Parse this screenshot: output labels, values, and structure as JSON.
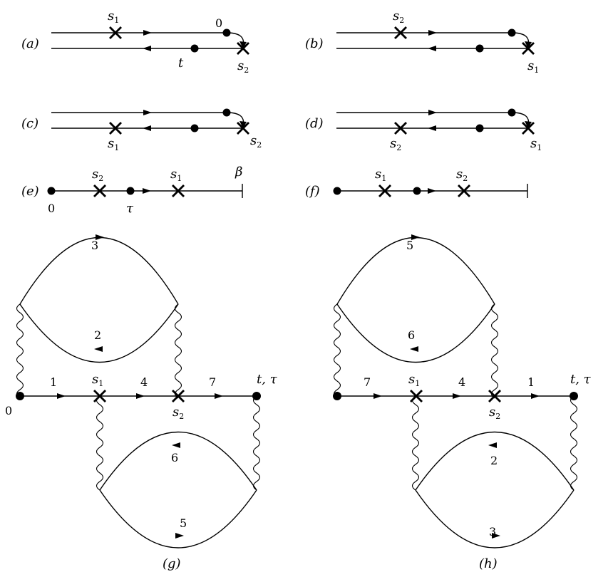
{
  "panels": {
    "a": {
      "label": "(a)",
      "v_top": "0",
      "v_bot": "t",
      "s_top": "s",
      "s_top_sub": "1",
      "s_turn": "s",
      "s_turn_sub": "2"
    },
    "b": {
      "label": "(b)",
      "s_top": "s",
      "s_top_sub": "2",
      "s_turn": "s",
      "s_turn_sub": "1"
    },
    "c": {
      "label": "(c)",
      "s_bot": "s",
      "s_bot_sub": "1",
      "s_turn": "s",
      "s_turn_sub": "2"
    },
    "d": {
      "label": "(d)",
      "s_bot": "s",
      "s_bot_sub": "2",
      "s_turn": "s",
      "s_turn_sub": "1"
    },
    "e": {
      "label": "(e)",
      "start": "0",
      "tau": "τ",
      "beta": "β",
      "s_left": "s",
      "s_left_sub": "2",
      "s_right": "s",
      "s_right_sub": "1"
    },
    "f": {
      "label": "(f)",
      "s_left": "s",
      "s_left_sub": "1",
      "s_right": "s",
      "s_right_sub": "2"
    },
    "g": {
      "caption": "(g)",
      "origin": "0",
      "end": "t, τ",
      "n_top_outer": "3",
      "n_top_inner": "2",
      "n_1": "1",
      "n_4": "4",
      "n_7": "7",
      "n_bot_inner": "6",
      "n_bot_outer": "5",
      "s_a": "s",
      "s_a_sub": "1",
      "s_b": "s",
      "s_b_sub": "2"
    },
    "h": {
      "caption": "(h)",
      "end": "t, τ",
      "n_top_outer": "5",
      "n_top_inner": "6",
      "n_7": "7",
      "n_4": "4",
      "n_1": "1",
      "n_bot_inner": "2",
      "n_bot_outer": "3",
      "s_a": "s",
      "s_a_sub": "1",
      "s_b": "s",
      "s_b_sub": "2"
    }
  }
}
